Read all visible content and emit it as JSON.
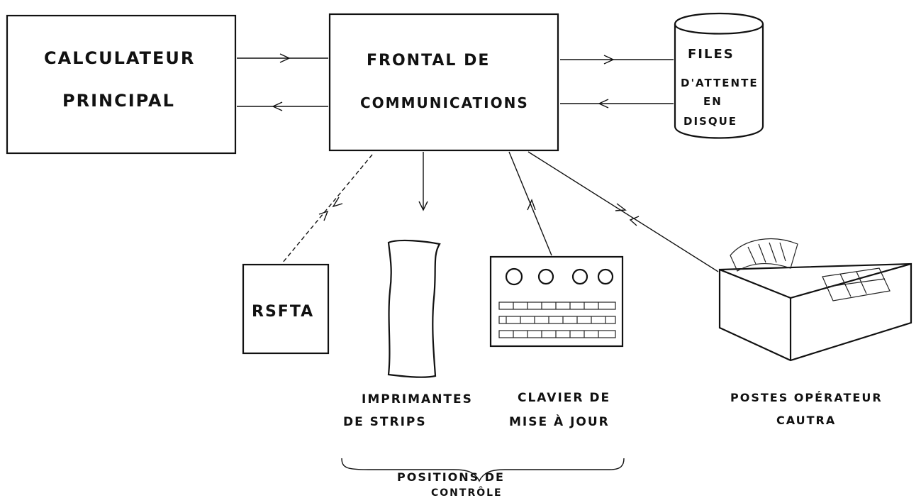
{
  "nodes": {
    "main_computer": {
      "line1": "CALCULATEUR",
      "line2": "PRINCIPAL"
    },
    "frontal": {
      "line1": "FRONTAL DE",
      "line2": "COMMUNICATIONS"
    },
    "disk_queues": {
      "line1": "FILES",
      "line2": "D'ATTENTE",
      "line3": "EN",
      "line4": "DISQUE"
    },
    "rsfta": {
      "label": "RSFTA"
    },
    "printers": {
      "line1": "IMPRIMANTES",
      "line2": "DE STRIPS"
    },
    "keyboard": {
      "line1": "CLAVIER DE",
      "line2": "MISE À JOUR"
    },
    "cautra": {
      "line1": "POSTES OPÉRATEUR",
      "line2": "CAUTRA"
    }
  },
  "group": {
    "line1": "POSITIONS DE",
    "line2": "CONTRÔLE"
  },
  "colors": {
    "ink": "#111111",
    "paper": "#ffffff"
  }
}
